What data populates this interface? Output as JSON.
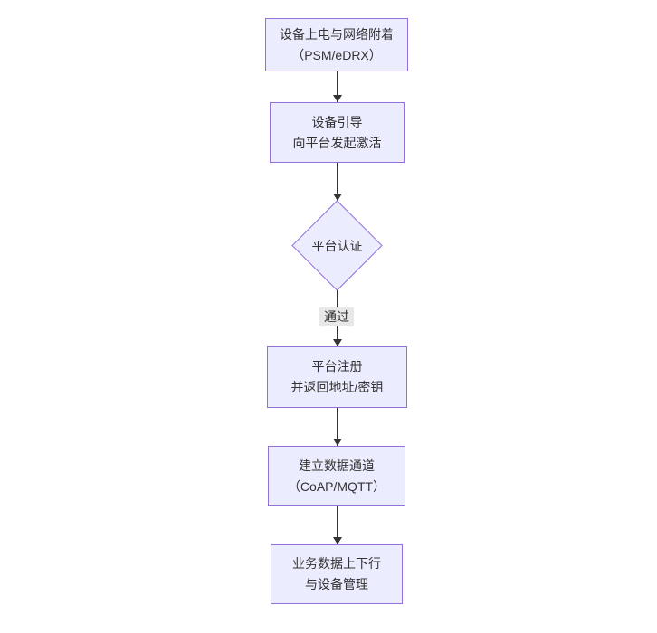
{
  "diagram": {
    "type": "flowchart",
    "direction": "top-down",
    "nodes": [
      {
        "id": "n1",
        "shape": "rect",
        "lines": [
          "设备上电与网络附着",
          "（PSM/eDRX）"
        ]
      },
      {
        "id": "n2",
        "shape": "rect",
        "lines": [
          "设备引导",
          "向平台发起激活"
        ]
      },
      {
        "id": "d1",
        "shape": "diamond",
        "lines": [
          "平台认证"
        ]
      },
      {
        "id": "n3",
        "shape": "rect",
        "lines": [
          "平台注册",
          "并返回地址/密钥"
        ]
      },
      {
        "id": "n4",
        "shape": "rect",
        "lines": [
          "建立数据通道",
          "（CoAP/MQTT）"
        ]
      },
      {
        "id": "n5",
        "shape": "rect",
        "lines": [
          "业务数据上下行",
          "与设备管理"
        ]
      }
    ],
    "edges": [
      {
        "from": "n1",
        "to": "n2",
        "label": ""
      },
      {
        "from": "n2",
        "to": "d1",
        "label": ""
      },
      {
        "from": "d1",
        "to": "n3",
        "label": "通过"
      },
      {
        "from": "n3",
        "to": "n4",
        "label": ""
      },
      {
        "from": "n4",
        "to": "n5",
        "label": ""
      }
    ],
    "colors": {
      "node_fill": "#ECECFF",
      "node_border": "#9370DB",
      "text": "#333333",
      "arrow": "#333333",
      "edge_label_bg": "#e8e8e8",
      "background": "#ffffff"
    }
  }
}
